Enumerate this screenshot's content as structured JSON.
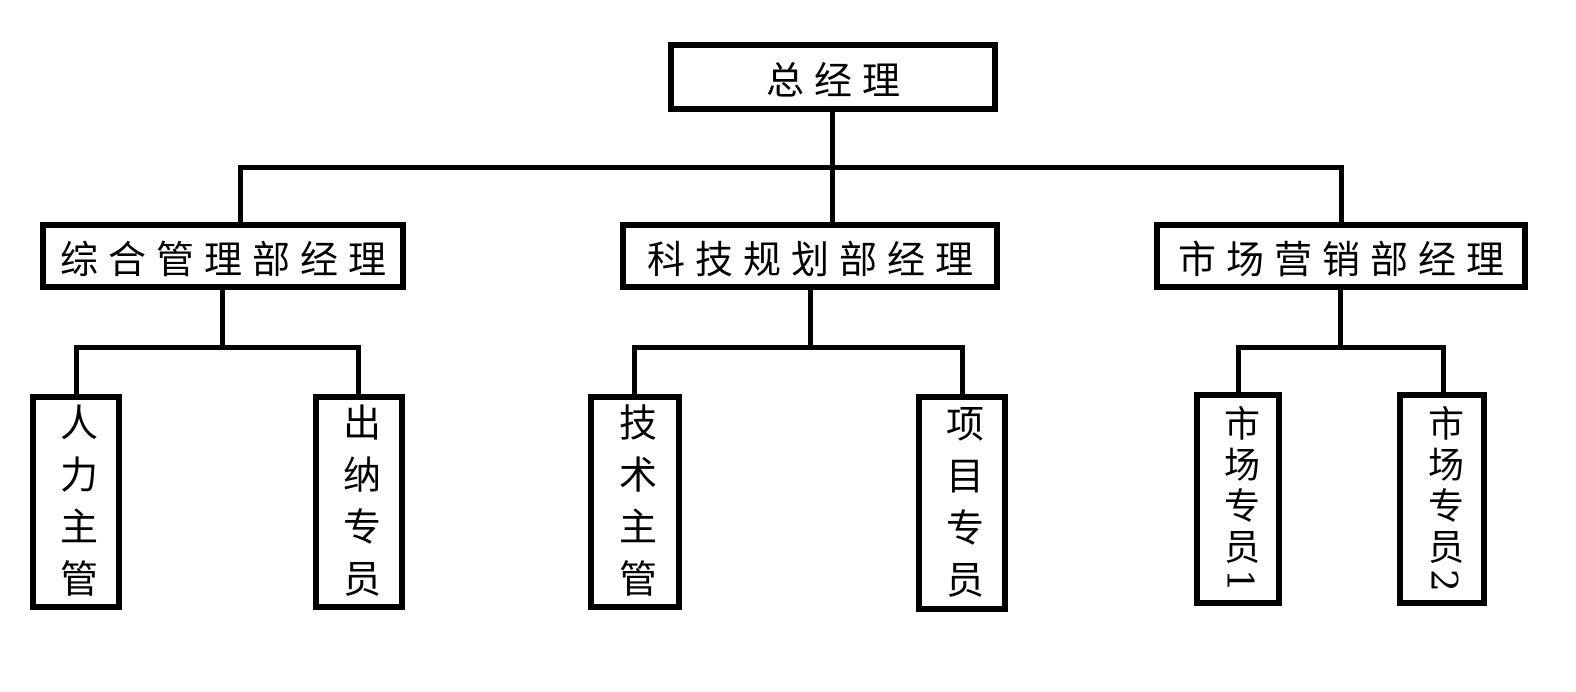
{
  "org_chart": {
    "title": "company-organization-chart",
    "root": {
      "label": "总经理"
    },
    "departments": [
      {
        "label": "综合管理部经理",
        "children": [
          {
            "label": "人力主管"
          },
          {
            "label": "出纳专员"
          }
        ]
      },
      {
        "label": "科技规划部经理",
        "children": [
          {
            "label": "技术主管"
          },
          {
            "label": "项目专员"
          }
        ]
      },
      {
        "label": "市场营销部经理",
        "children": [
          {
            "label": "市场专员1"
          },
          {
            "label": "市场专员2"
          }
        ]
      }
    ],
    "colors": {
      "background": "#ffffff",
      "box_border": "#000000",
      "line": "#000000",
      "text": "#000000"
    }
  }
}
